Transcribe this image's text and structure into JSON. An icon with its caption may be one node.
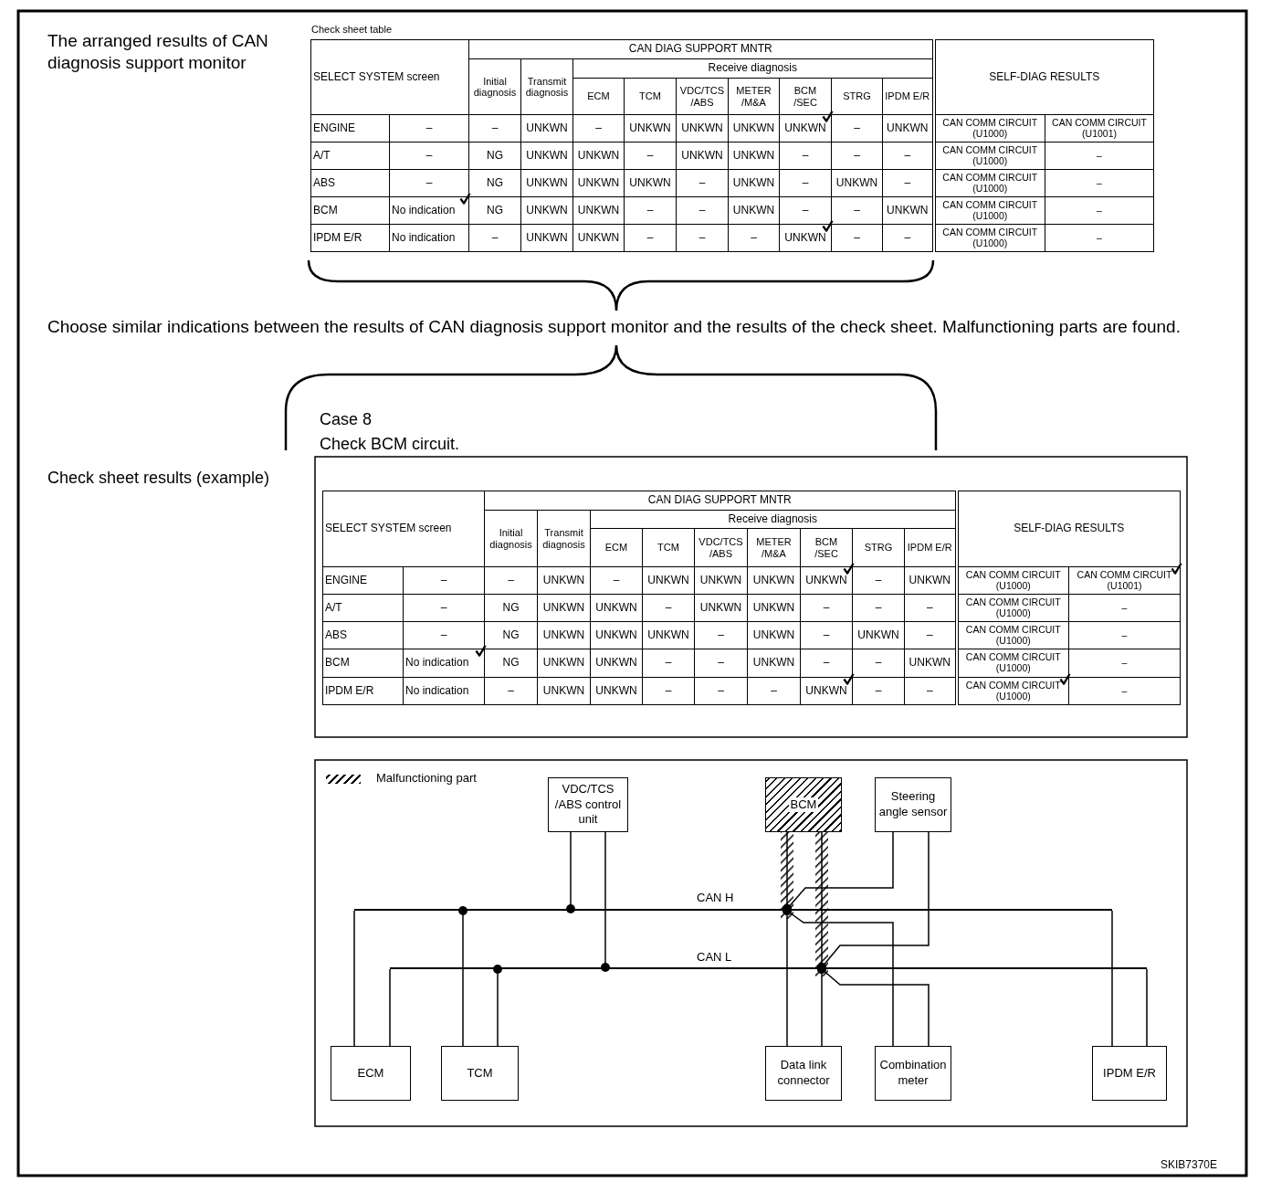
{
  "diagram": {
    "nodes": [
      {
        "text": [
          "VDC/TCS /ABS control unit"
        ]
      },
      {
        "text": [
          "BCM"
        ]
      },
      {
        "text": [
          "Steering angle sensor"
        ]
      },
      {
        "text": [],
        "shape": "bar",
        "beside": [
          "CAN H"
        ]
      },
      {
        "text": [],
        "shape": "bar",
        "beside": [
          "CAN L"
        ]
      },
      {
        "text": [
          "ECM"
        ]
      },
      {
        "text": [
          "TCM"
        ]
      },
      {
        "text": [
          "Data link connector"
        ]
      },
      {
        "text": [
          "Combination meter"
        ]
      },
      {
        "text": [
          "IPDM E/R"
        ]
      }
    ],
    "edges": [
      {
        "from": 0,
        "to": 3,
        "arrow": "other"
      },
      {
        "from": 0,
        "to": 4,
        "arrow": "other"
      },
      {
        "from": 1,
        "to": 3,
        "arrow": "other"
      },
      {
        "from": 1,
        "to": 4,
        "arrow": "other"
      },
      {
        "from": 2,
        "to": 3,
        "arrow": "other"
      },
      {
        "from": 2,
        "to": 4,
        "arrow": "other"
      },
      {
        "from": 5,
        "to": 3,
        "arrow": "none"
      },
      {
        "from": 5,
        "to": 4,
        "arrow": "none"
      },
      {
        "from": 6,
        "to": 3,
        "arrow": "other"
      },
      {
        "from": 6,
        "to": 4,
        "arrow": "other"
      },
      {
        "from": 7,
        "to": 3,
        "arrow": "other"
      },
      {
        "from": 7,
        "to": 4,
        "arrow": "other"
      },
      {
        "from": 8,
        "to": 3,
        "arrow": "other"
      },
      {
        "from": 8,
        "to": 4,
        "arrow": "other"
      },
      {
        "from": 9,
        "to": 3,
        "arrow": "none"
      },
      {
        "from": 9,
        "to": 4,
        "arrow": "none"
      }
    ],
    "labels": [
      "The arranged results of CAN diagnosis support monitor",
      "Check sheet table",
      "SELECT SYSTEM screen",
      "CAN DIAG SUPPORT MNTR",
      "SELF-DIAG RESULTS",
      "Initial diagnosis",
      "Transmit diagnosis",
      "Receive diagnosis",
      "ECM",
      "TCM",
      "VDC/TCS /ABS",
      "METER /M&A",
      "BCM /SEC",
      "STRG",
      "IPDM E/R",
      "ENGINE",
      "–",
      "–",
      "UNKWN",
      "–",
      "UNKWN",
      "UNKWN",
      "UNKWN",
      "UNKWN",
      "–",
      "UNKWN",
      "CAN COMM CIRCUIT (U1000)",
      "CAN COMM CIRCUIT (U1001)",
      "A/T",
      "–",
      "NG",
      "UNKWN",
      "UNKWN",
      "–",
      "UNKWN",
      "UNKWN",
      "–",
      "–",
      "–",
      "CAN COMM CIRCUIT (U1000)",
      "–",
      "ABS",
      "–",
      "NG",
      "UNKWN",
      "UNKWN",
      "UNKWN",
      "–",
      "UNKWN",
      "–",
      "UNKWN",
      "–",
      "CAN COMM CIRCUIT (U1000)",
      "–",
      "BCM",
      "No indication",
      "NG",
      "UNKWN",
      "UNKWN",
      "–",
      "–",
      "UNKWN",
      "–",
      "–",
      "UNKWN",
      "CAN COMM CIRCUIT (U1000)",
      "–",
      "IPDM E/R",
      "No indication",
      "–",
      "UNKWN",
      "UNKWN",
      "–",
      "–",
      "–",
      "UNKWN",
      "–",
      "–",
      "CAN COMM CIRCUIT (U1000)",
      "–",
      "Choose similar indications between the results of CAN diagnosis support monitor and the results of the check sheet. Malfunctioning parts are found.",
      "Case 8",
      "Check BCM circuit.",
      "Check sheet results (example)",
      "SELECT SYSTEM screen",
      "CAN DIAG SUPPORT MNTR",
      "SELF-DIAG RESULTS",
      "Initial diagnosis",
      "Transmit diagnosis",
      "Receive diagnosis",
      "ECM",
      "TCM",
      "VDC/TCS /ABS",
      "METER /M&A",
      "BCM /SEC",
      "STRG",
      "IPDM E/R",
      "ENGINE",
      "–",
      "–",
      "UNKWN",
      "–",
      "UNKWN",
      "UNKWN",
      "UNKWN",
      "UNKWN",
      "–",
      "UNKWN",
      "CAN COMM CIRCUIT (U1000)",
      "CAN COMM CIRCUIT (U1001)",
      "A/T",
      "–",
      "NG",
      "UNKWN",
      "UNKWN",
      "–",
      "UNKWN",
      "UNKWN",
      "–",
      "–",
      "–",
      "CAN COMM CIRCUIT (U1000)",
      "–",
      "ABS",
      "–",
      "NG",
      "UNKWN",
      "UNKWN",
      "UNKWN",
      "–",
      "UNKWN",
      "–",
      "UNKWN",
      "–",
      "CAN COMM CIRCUIT (U1000)",
      "–",
      "BCM",
      "No indication",
      "NG",
      "UNKWN",
      "UNKWN",
      "–",
      "–",
      "UNKWN",
      "–",
      "–",
      "UNKWN",
      "CAN COMM CIRCUIT (U1000)",
      "–",
      "IPDM E/R",
      "No indication",
      "–",
      "UNKWN",
      "UNKWN",
      "–",
      "–",
      "–",
      "UNKWN",
      "–",
      "–",
      "CAN COMM CIRCUIT (U1000)",
      "–",
      "SKIB7370E"
    ],
    "legend": [
      {
        "text": "Malfunctioning part"
      }
    ]
  }
}
